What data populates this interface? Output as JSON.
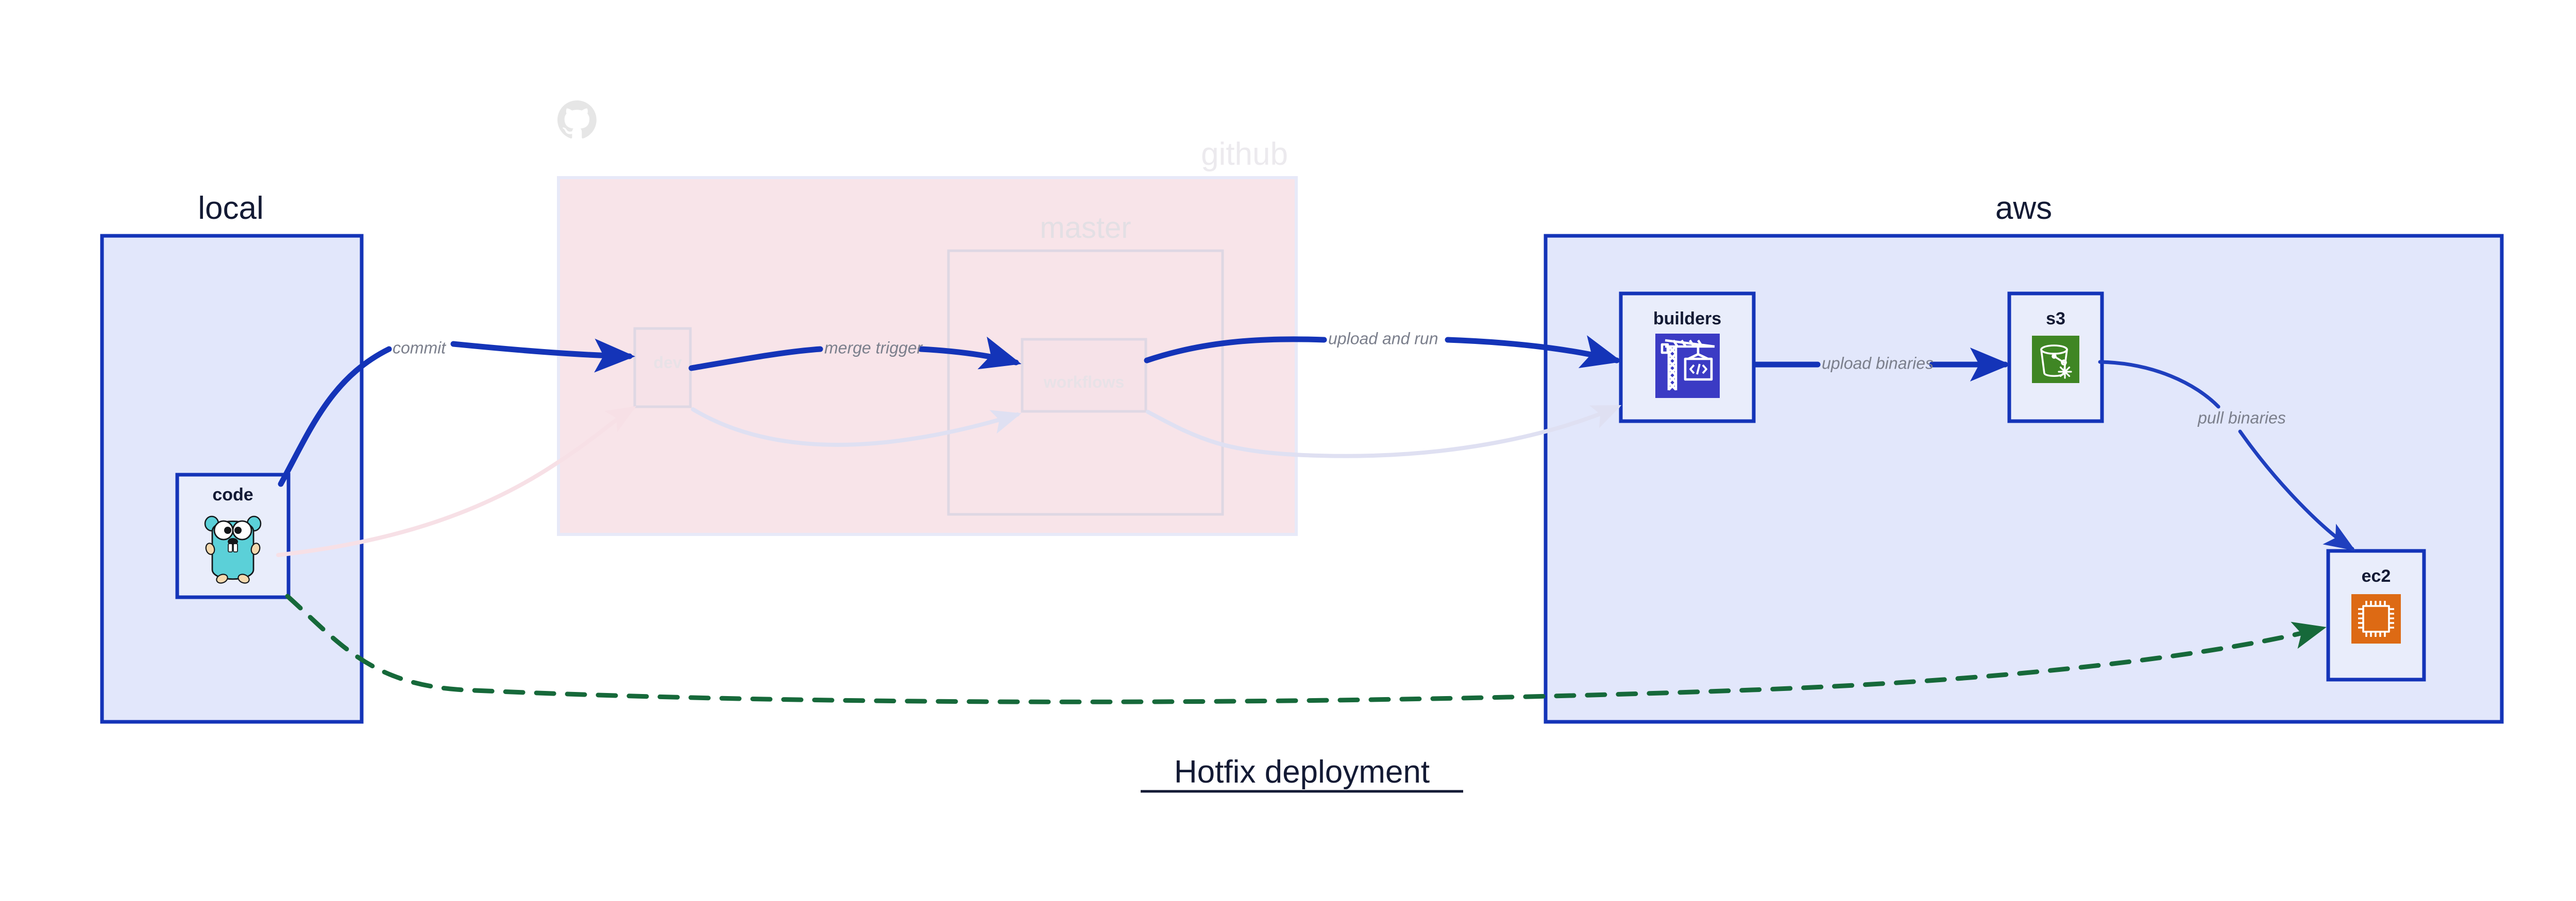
{
  "diagram": {
    "title": "Hotfix deployment",
    "groups": [
      {
        "id": "local",
        "label": "local",
        "style": "active",
        "nodes": [
          {
            "id": "code",
            "label": "code",
            "icon": "go-gopher-icon"
          }
        ]
      },
      {
        "id": "github",
        "label": "github",
        "style": "faded",
        "logo": "github-octocat-icon",
        "nodes": [
          {
            "id": "dev",
            "label": "dev",
            "icon": "branch-icon"
          }
        ],
        "subgroups": [
          {
            "id": "master",
            "label": "master",
            "style": "faded",
            "nodes": [
              {
                "id": "workflows",
                "label": "workflows",
                "icon": "workflow-icon"
              }
            ]
          }
        ]
      },
      {
        "id": "aws",
        "label": "aws",
        "style": "active",
        "nodes": [
          {
            "id": "builders",
            "label": "builders",
            "icon": "aws-codebuild-crane-icon"
          },
          {
            "id": "s3",
            "label": "s3",
            "icon": "aws-s3-bucket-icon"
          },
          {
            "id": "ec2",
            "label": "ec2",
            "icon": "aws-ec2-chip-icon"
          }
        ]
      }
    ],
    "edges": [
      {
        "id": "commit",
        "label": "commit",
        "from": "code",
        "to": "dev",
        "style": "solid-blue"
      },
      {
        "id": "merge-trigger",
        "label": "merge trigger",
        "from": "dev",
        "to": "workflows",
        "style": "solid-blue"
      },
      {
        "id": "upload-and-run",
        "label": "upload and run",
        "from": "workflows",
        "to": "builders",
        "style": "solid-blue"
      },
      {
        "id": "upload-binaries",
        "label": "upload binaries",
        "from": "builders",
        "to": "s3",
        "style": "solid-blue"
      },
      {
        "id": "pull-binaries",
        "label": "pull binaries",
        "from": "s3",
        "to": "ec2",
        "style": "solid-blue-thin"
      },
      {
        "id": "hotfix-direct",
        "label": "",
        "from": "code",
        "to": "ec2",
        "style": "dashed-green"
      }
    ],
    "colors": {
      "accent_blue": "#1434b8",
      "container_fill": "#e2e7fb",
      "github_fill": "#f8e4e9",
      "dashed_green": "#16693a",
      "codebuild_purple": "#3b3bc4",
      "s3_green": "#3f8624",
      "ec2_orange": "#dd6a14",
      "gopher_cyan": "#5bd0d8",
      "text_dark": "#131a34",
      "edge_label_gray": "#7b7f8c"
    }
  }
}
